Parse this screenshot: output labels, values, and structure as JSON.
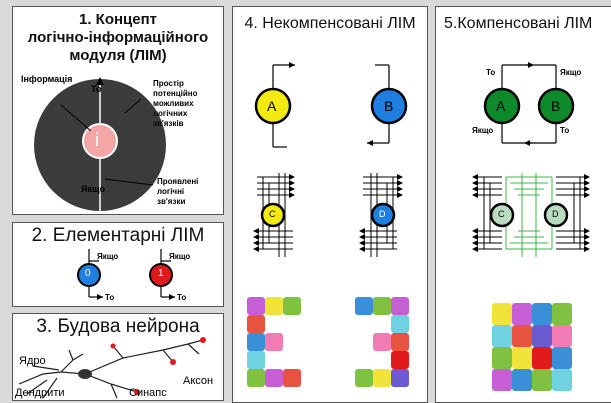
{
  "panel1": {
    "title_line1": "1. Концепт",
    "title_line2": "логічно-інформаційного",
    "title_line3": "модуля (ЛІМ)",
    "label_info": "Інформація",
    "label_to": "То",
    "label_if": "Якщо",
    "center_letter": "і",
    "label_space_1": "Простір",
    "label_space_2": "потенційно",
    "label_space_3": "можливих",
    "label_space_4": "логічних",
    "label_space_5": "зв'язків",
    "label_manifest_1": "Проявлені",
    "label_manifest_2": "логічні",
    "label_manifest_3": "зв'язки"
  },
  "panel2": {
    "title": "2. Елементарні ЛІМ",
    "node_blue": "0",
    "node_red": "1",
    "label_if": "Якщо",
    "label_to": "То"
  },
  "panel3": {
    "title": "3. Будова нейрона",
    "label_core": "Ядро",
    "label_axon": "Аксон",
    "label_dendrites": "Дендрити",
    "label_synapse": "Синапс"
  },
  "panel4": {
    "title": "4. Некомпенсовані ЛІМ",
    "node_a": "A",
    "node_b": "B",
    "node_c": "C",
    "node_d": "D"
  },
  "panel5": {
    "title": "5.Компенсовані ЛІМ",
    "node_a": "A",
    "node_b": "B",
    "node_c": "C",
    "node_d": "D",
    "label_to_left": "То",
    "label_if_right": "Якщо",
    "label_if_left": "Якщо",
    "label_to_right": "То"
  },
  "colors": {
    "dark_disk": "#3c3c3c",
    "pink_core": "#f4a6a6",
    "yellow": "#f2ea10",
    "blue": "#1e7fe0",
    "green_dark": "#0f8a2a",
    "green_light": "#b9dcc1",
    "red": "#e01a1a",
    "wire_green": "#3bb54a"
  },
  "icons": [
    "puzzle-icon",
    "neuron-icon"
  ]
}
